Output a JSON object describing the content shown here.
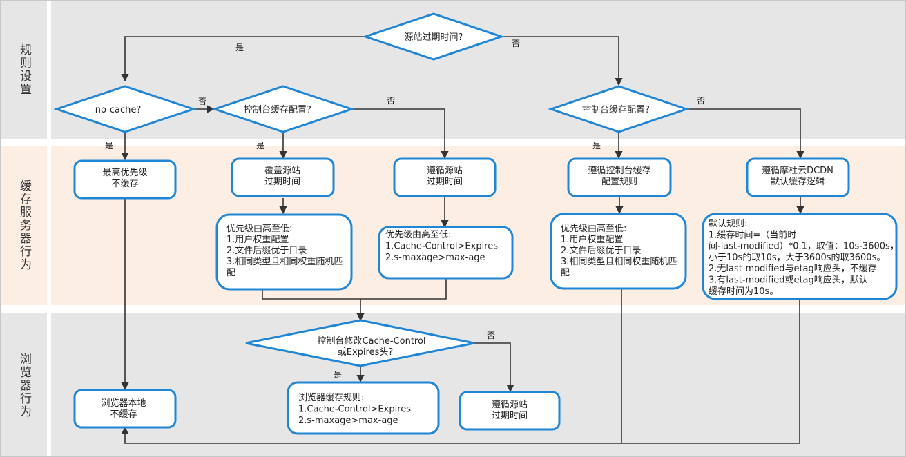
{
  "colors": {
    "lane_gray": "#e6e6e6",
    "lane_peach": "#fdeee4",
    "accent_blue": "#1f86d6",
    "line": "#333333"
  },
  "lanes": [
    {
      "id": "rules",
      "label": "规则设置"
    },
    {
      "id": "server",
      "label": "缓存服务器行为"
    },
    {
      "id": "browser",
      "label": "浏览器行为"
    }
  ],
  "nodes": {
    "d_origin_expire": {
      "type": "diamond",
      "lines": [
        "源站过期时间?"
      ]
    },
    "d_nocache": {
      "type": "diamond",
      "lines": [
        "no-cache?"
      ]
    },
    "d_console_left": {
      "type": "diamond",
      "lines": [
        "控制台缓存配置?"
      ]
    },
    "d_console_right": {
      "type": "diamond",
      "lines": [
        "控制台缓存配置?"
      ]
    },
    "b_highest_nocache": {
      "type": "box",
      "lines": [
        "最高优先级",
        "不缓存"
      ]
    },
    "b_override_origin": {
      "type": "box",
      "lines": [
        "覆盖源站",
        "过期时间"
      ]
    },
    "b_follow_origin": {
      "type": "box",
      "lines": [
        "遵循源站",
        "过期时间"
      ]
    },
    "b_follow_console": {
      "type": "box",
      "lines": [
        "遵循控制台缓存",
        "配置规则"
      ]
    },
    "b_follow_default": {
      "type": "box",
      "lines": [
        "遵循摩杜云DCDN",
        "默认缓存逻辑"
      ]
    },
    "b_priority_left": {
      "type": "box",
      "lines": [
        "优先级由高至低:",
        "1.用户权重配置",
        "2.文件后缀优于目录",
        "3.相同类型且相同权重随机匹",
        "配"
      ]
    },
    "b_priority_origin": {
      "type": "box",
      "lines": [
        "优先级由高至低:",
        "1.Cache-Control>Expires",
        "2.s-maxage>max-age"
      ]
    },
    "b_priority_right": {
      "type": "box",
      "lines": [
        "优先级由高至低:",
        "1.用户权重配置",
        "2.文件后缀优于目录",
        "3.相同类型且相同权重随机匹",
        "配"
      ]
    },
    "b_default_rules": {
      "type": "box",
      "lines": [
        "默认规则:",
        "1.缓存时间=（当前时",
        "间-last-modified）*0.1，取值：10s-3600s，",
        "小于10s的取10s，大于3600s的取3600s。",
        "2.无last-modified与etag响应头，不缓存",
        "3.有last-modified或etag响应头，默认",
        " 缓存时间为10s。"
      ]
    },
    "d_console_header": {
      "type": "diamond",
      "lines": [
        "控制台修改Cache-Control",
        "或Expires头?"
      ]
    },
    "b_browser_nocache": {
      "type": "box",
      "lines": [
        "浏览器本地",
        "不缓存"
      ]
    },
    "b_browser_rules": {
      "type": "box",
      "lines": [
        "浏览器缓存规则:",
        "1.Cache-Control>Expires",
        "2.s-maxage>max-age"
      ]
    },
    "b_browser_follow_origin": {
      "type": "box",
      "lines": [
        "遵循源站",
        "过期时间"
      ]
    }
  },
  "edge_labels": {
    "yes": "是",
    "no": "否"
  }
}
